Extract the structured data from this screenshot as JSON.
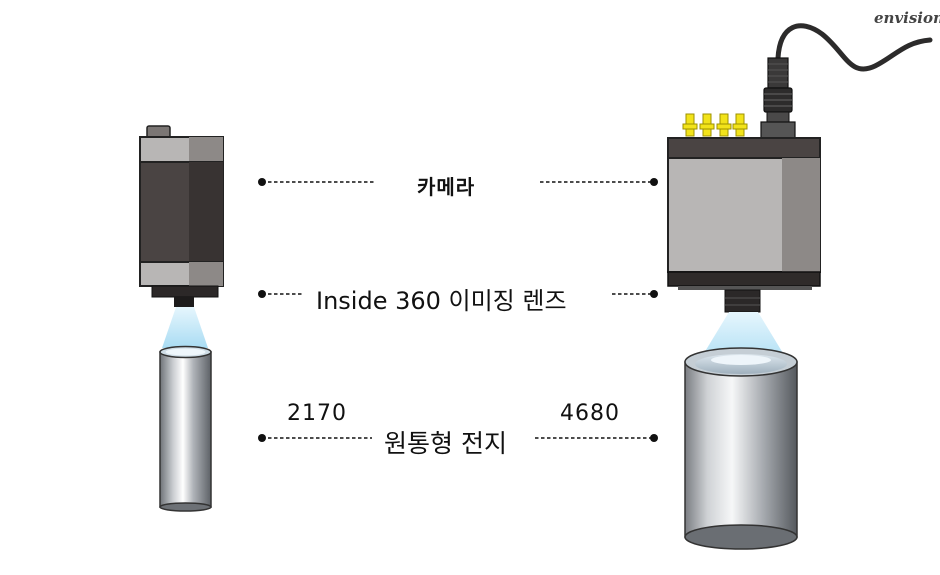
{
  "brand": {
    "logo_text": "envision"
  },
  "labels": {
    "camera": "카메라",
    "lens": "Inside 360 이미징 렌즈",
    "cell": "원통형 전지",
    "small_cell_size": "2170",
    "large_cell_size": "4680"
  },
  "colors": {
    "camera_body_dark": "#4a4443",
    "camera_body_light": "#9c9795",
    "camera_cap": "#b8b6b5",
    "light_cone": "#bfe6f8",
    "connector_yellow": "#f2e31a",
    "cylinder_metal": "#b5b8bd",
    "leader_line": "#111111"
  }
}
